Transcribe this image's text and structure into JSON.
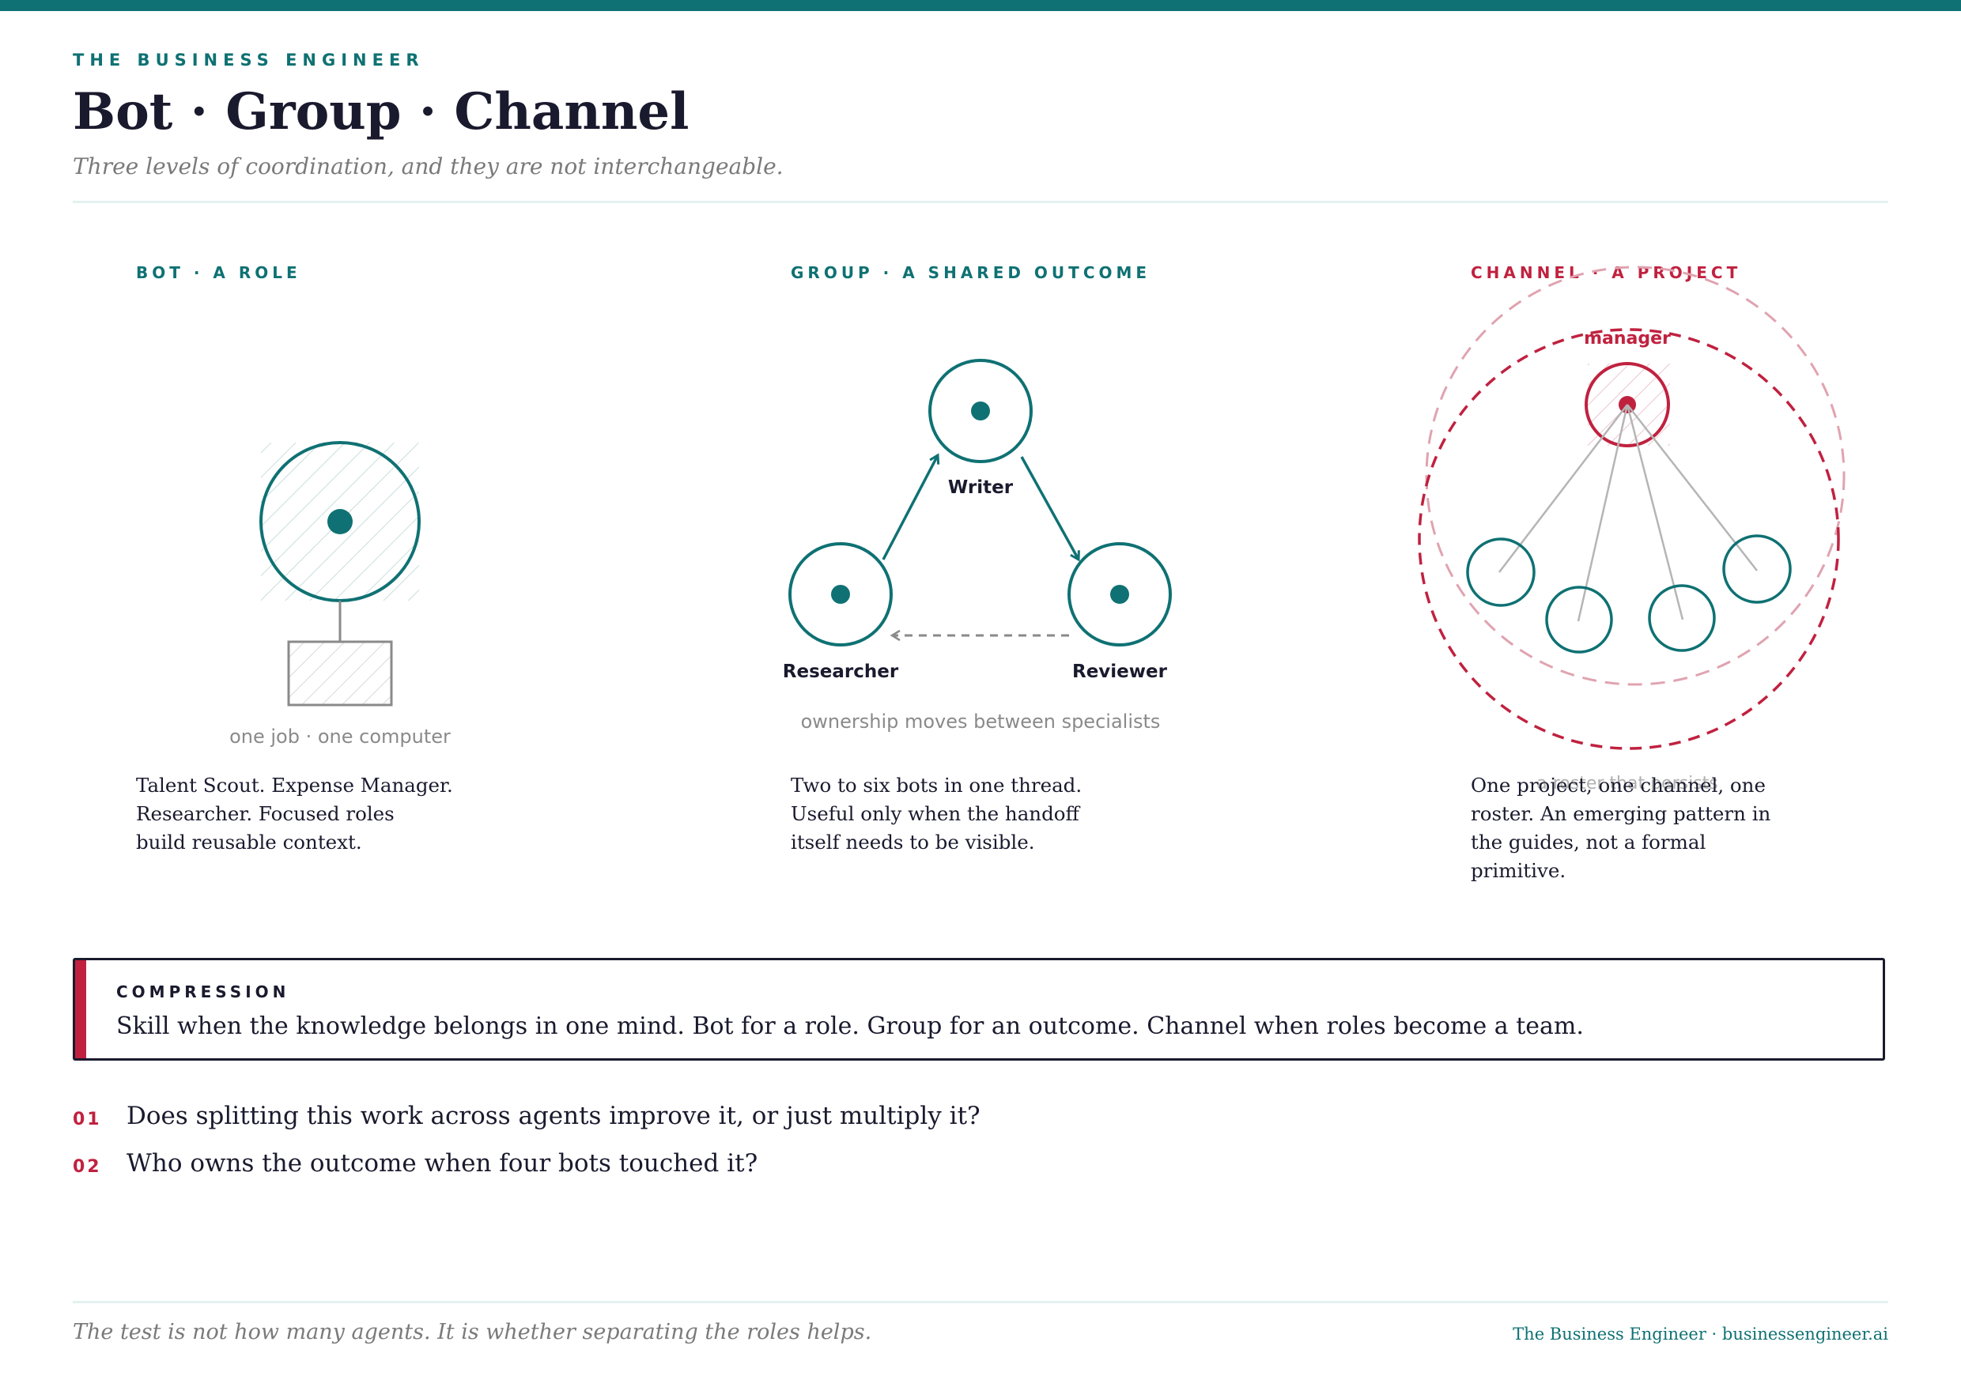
{
  "header": {
    "kicker": "THE BUSINESS ENGINEER",
    "title": "Bot · Group · Channel",
    "subtitle": "Three levels of coordination, and they are not interchangeable."
  },
  "columns": {
    "bot": {
      "label": "BOT · A ROLE",
      "caption": "one job · one computer",
      "description": [
        "Talent Scout. Expense Manager.",
        "Researcher. Focused roles",
        "build reusable context."
      ]
    },
    "group": {
      "label": "GROUP · A SHARED OUTCOME",
      "caption": "ownership moves between specialists",
      "nodes": [
        "Writer",
        "Researcher",
        "Reviewer"
      ],
      "description": [
        "Two to six bots in one thread.",
        "Useful only when the handoff",
        "itself needs to be visible."
      ]
    },
    "channel": {
      "label": "CHANNEL · A PROJECT",
      "manager_label": "manager",
      "caption": "a roster that persists",
      "description": [
        "One project, one channel, one",
        "roster. An emerging pattern in",
        "the guides, not a formal",
        "primitive."
      ]
    }
  },
  "compression": {
    "label": "COMPRESSION",
    "text": "Skill when the knowledge belongs in one mind. Bot for a role. Group for an outcome. Channel when roles become a team."
  },
  "questions": [
    {
      "num": "01",
      "text": "Does splitting this work across agents improve it, or just multiply it?"
    },
    {
      "num": "02",
      "text": "Who owns the outcome when four bots touched it?"
    }
  ],
  "footer": {
    "note": "The test is not how many agents. It is whether separating the roles helps.",
    "brand": "The Business Engineer · businessengineer.ai"
  },
  "colors": {
    "teal": "#0f7173",
    "crimson": "#c0213f",
    "ink": "#1a1a2e",
    "muted": "#7a7a7a"
  }
}
